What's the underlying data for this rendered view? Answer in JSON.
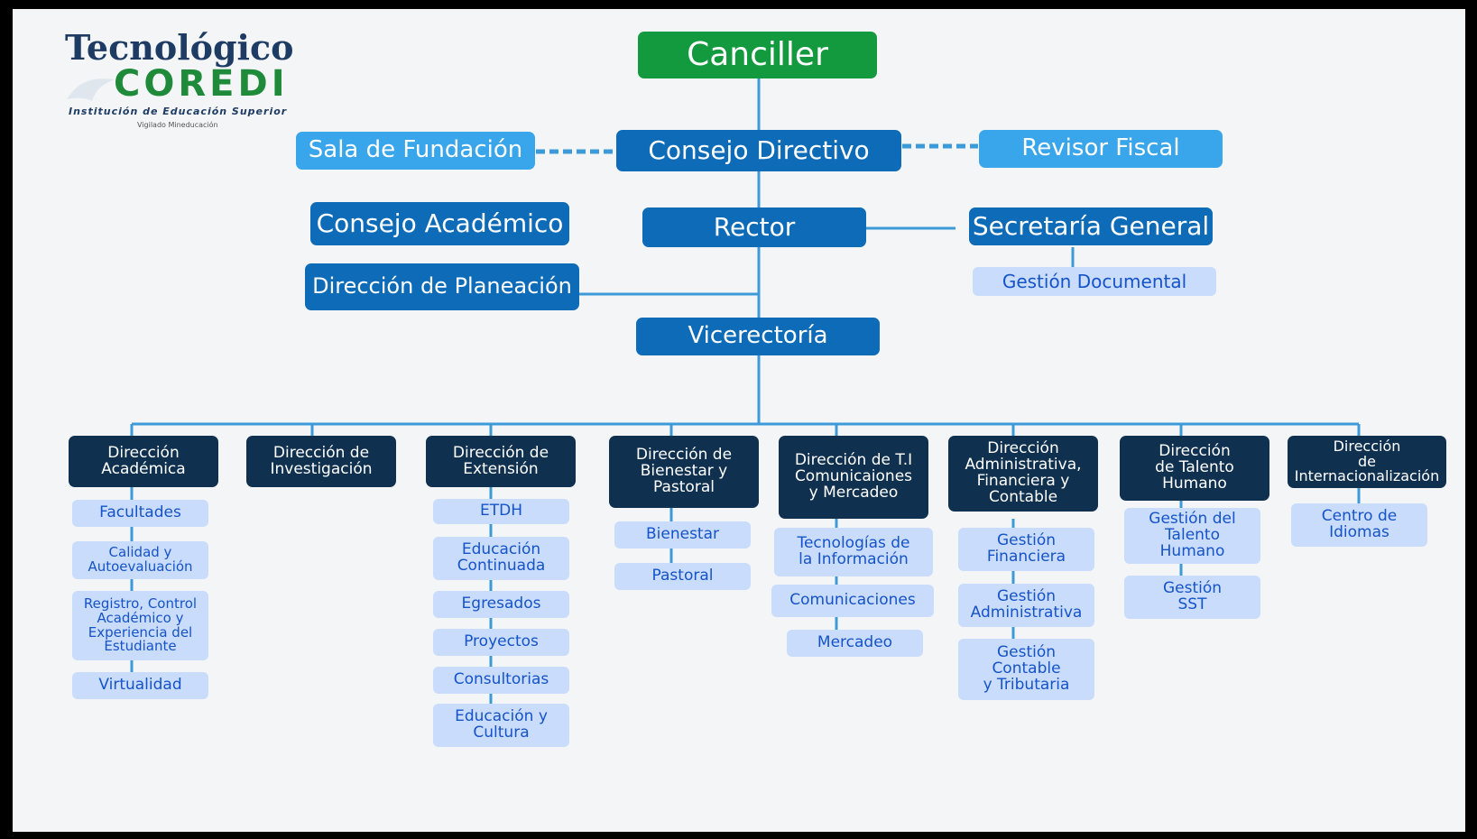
{
  "logo": {
    "line1": "Tecnológico",
    "line2": "COREDI",
    "line3": "Institución de Educación Superior",
    "line4": "Vigilado Mineducación"
  },
  "top": {
    "canciller": "Canciller",
    "consejo_directivo": "Consejo Directivo",
    "sala_fundacion": "Sala de Fundación",
    "revisor_fiscal": "Revisor Fiscal",
    "consejo_academico": "Consejo Académico",
    "rector": "Rector",
    "secretaria_general": "Secretaría General",
    "gestion_documental": "Gestión Documental",
    "direccion_planeacion": "Dirección de Planeación",
    "vicerectoria": "Vicerectoría"
  },
  "departments": [
    {
      "name": "Dirección\nAcadémica",
      "subs": [
        "Facultades",
        "Calidad y\nAutoevaluación",
        "Registro, Control\nAcadémico y\nExperiencia del\nEstudiante",
        "Virtualidad"
      ]
    },
    {
      "name": "Dirección  de\nInvestigación",
      "subs": []
    },
    {
      "name": "Dirección de\nExtensión",
      "subs": [
        "ETDH",
        "Educación\nContinuada",
        "Egresados",
        "Proyectos",
        "Consultorias",
        "Educación y\nCultura"
      ]
    },
    {
      "name": "Dirección de\nBienestar y\nPastoral",
      "subs": [
        "Bienestar",
        "Pastoral"
      ]
    },
    {
      "name": "Dirección de T.I\nComunicaiones\ny Mercadeo",
      "subs": [
        "Tecnologías de\nla Información",
        "Comunicaciones",
        "Mercadeo"
      ]
    },
    {
      "name": "Dirección\nAdministrativa,\nFinanciera y\nContable",
      "subs": [
        "Gestión\nFinanciera",
        "Gestión\nAdministrativa",
        "Gestión\nContable\ny Tributaria"
      ]
    },
    {
      "name": "Dirección\nde Talento\nHumano",
      "subs": [
        "Gestión del\nTalento\nHumano",
        "Gestión\nSST"
      ]
    },
    {
      "name": "Dirección\nde\nInternacionalización",
      "subs": [
        "Centro de\nIdiomas"
      ]
    }
  ],
  "colors": {
    "canciller": "#139a3e",
    "primary_box": "#0e6bb8",
    "secondary_box": "#39a5ea",
    "department_box": "#10304f",
    "sub_box": "#c9dcfb",
    "sub_text": "#1553c8",
    "connector": "#3c9ad8",
    "background": "#f3f5f7"
  },
  "icons": [
    "dove-icon"
  ]
}
